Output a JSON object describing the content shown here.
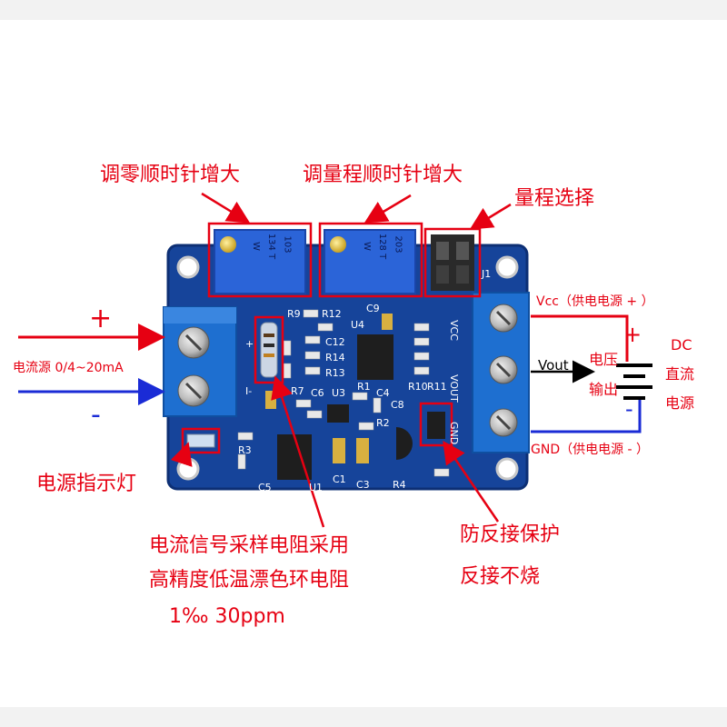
{
  "labels": {
    "zero_adjust": "调零顺时针增大",
    "span_adjust": "调量程顺时针增大",
    "range_select": "量程选择",
    "vcc": "Vcc（供电电源 + ）",
    "dc": "DC",
    "voltage": "电压",
    "vout": "Vout",
    "output": "输出",
    "dc_supply": "直流",
    "power": "电源",
    "gnd": "GND（供电电源 - ）",
    "current_source": "电流源 0/4~20mA",
    "power_led": "电源指示灯",
    "sense_resistor_line1": "电流信号采样电阻采用",
    "sense_resistor_line2": "高精度低温漂色环电阻",
    "sense_resistor_line3": "1‰ 30ppm",
    "reverse_protect_line1": "防反接保护",
    "reverse_protect_line2": "反接不烧",
    "plus_sign": "+",
    "minus_sign": "-",
    "dc_plus": "+",
    "dc_minus": "-"
  },
  "board": {
    "silk_r9": "R9",
    "silk_r12": "R12",
    "silk_c9": "C9",
    "silk_u4": "U4",
    "silk_c12": "C12",
    "silk_r14": "R14",
    "silk_r13": "R13",
    "silk_r10": "R10",
    "silk_r11": "R11",
    "silk_r7": "R7",
    "silk_c6": "C6",
    "silk_u3": "U3",
    "silk_r1": "R1",
    "silk_c4": "C4",
    "silk_c8": "C8",
    "silk_r2": "R2",
    "silk_r3": "R3",
    "silk_c5": "C5",
    "silk_u1": "U1",
    "silk_c1": "C1",
    "silk_c3": "C3",
    "silk_r4": "R4",
    "silk_j1": "J1",
    "silk_vcc": "VCC",
    "silk_vout": "VOUT",
    "silk_gnd": "GND",
    "silk_in_plus": "+",
    "silk_in_minus": "I-",
    "pot1_line1": "103",
    "pot1_line2": "134 T",
    "pot1_line3": "W",
    "pot2_line1": "203",
    "pot2_line2": "128 T",
    "pot2_line3": "W"
  },
  "colors": {
    "annotation": "#e60012",
    "board": "#16449a",
    "terminal": "#1e6fd0",
    "trimpot": "#2b64d8",
    "input_plus_arrow": "#e60012",
    "input_minus_arrow": "#1a2bd6",
    "gnd_line": "#1a2bd6"
  }
}
